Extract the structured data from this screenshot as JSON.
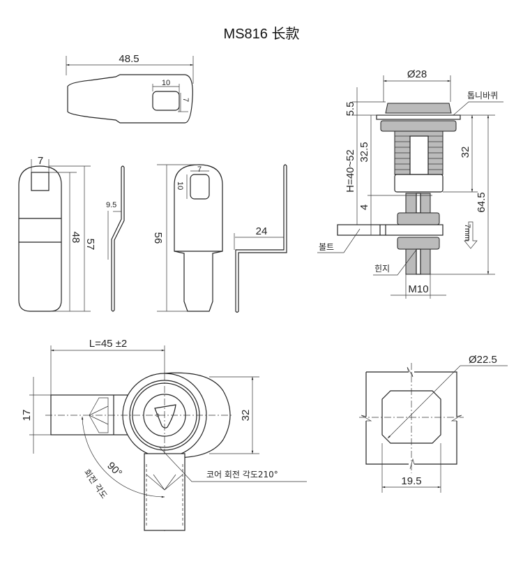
{
  "title": "MS816 长款",
  "top_cam": {
    "length": "48.5",
    "slot_w": "10",
    "slot_h": "7"
  },
  "front_cam": {
    "slot_w": "7",
    "inner_h": "48",
    "total_h": "57"
  },
  "side_profile": {
    "offset": "9.5"
  },
  "cam2": {
    "slot_w": "7",
    "slot_h": "10",
    "total_h": "56"
  },
  "bracket": {
    "width": "24"
  },
  "assembly": {
    "diameter": "Ø28",
    "cap_h": "5.5",
    "body_h": "32.5",
    "grip_range": "H=40~52",
    "gap": "4",
    "thread_len": "32",
    "total_len": "64.5",
    "thread": "M10",
    "offset_label": "7mm",
    "label_gear": "톱니바퀴",
    "label_bolt": "볼트",
    "label_hinge": "힌지"
  },
  "bottom_view": {
    "length": "L=45 ±2",
    "cam_w": "17",
    "body_h": "32",
    "angle": "90°",
    "angle_label": "회전 각도",
    "core_label": "코어 회전 각도210°"
  },
  "cutout": {
    "diameter": "Ø22.5",
    "flat": "19.5"
  }
}
